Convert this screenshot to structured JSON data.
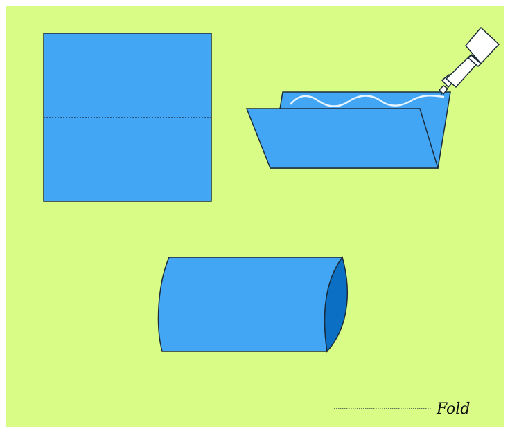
{
  "colors": {
    "background": "#d9fc86",
    "paper": "#42a6f4",
    "paper_dark": "#0b6fc4",
    "outline": "#1c2b3a",
    "glue": "#e8f4ff",
    "bottle": "#ffffff"
  },
  "diagram": {
    "steps": [
      "flat-sheet-with-fold-line",
      "folded-sheet-with-glue",
      "rolled-tube"
    ],
    "icons": [
      "glue-bottle-icon"
    ]
  },
  "legend": {
    "line_style": "dotted",
    "label": "Fold"
  }
}
